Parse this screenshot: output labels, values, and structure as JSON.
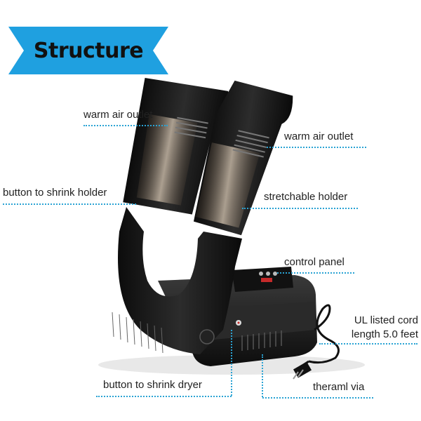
{
  "heading": "Structure",
  "labels": {
    "warm_air_outlet_left": "warm air outlet",
    "warm_air_outlet_right": "warm air outlet",
    "button_to_shrink_holder": "button to shrink holder",
    "stretchable_holder": "stretchable holder",
    "control_panel": "control panel",
    "ul_cord_line1": "UL listed cord",
    "ul_cord_line2": "length 5.0 feet",
    "button_to_shrink_dryer": "button to shrink dryer",
    "thermal_via": "theraml via"
  },
  "colors": {
    "banner": "#1fa0e0",
    "leader": "#2aa3d4",
    "product": "#1a1a1a"
  }
}
